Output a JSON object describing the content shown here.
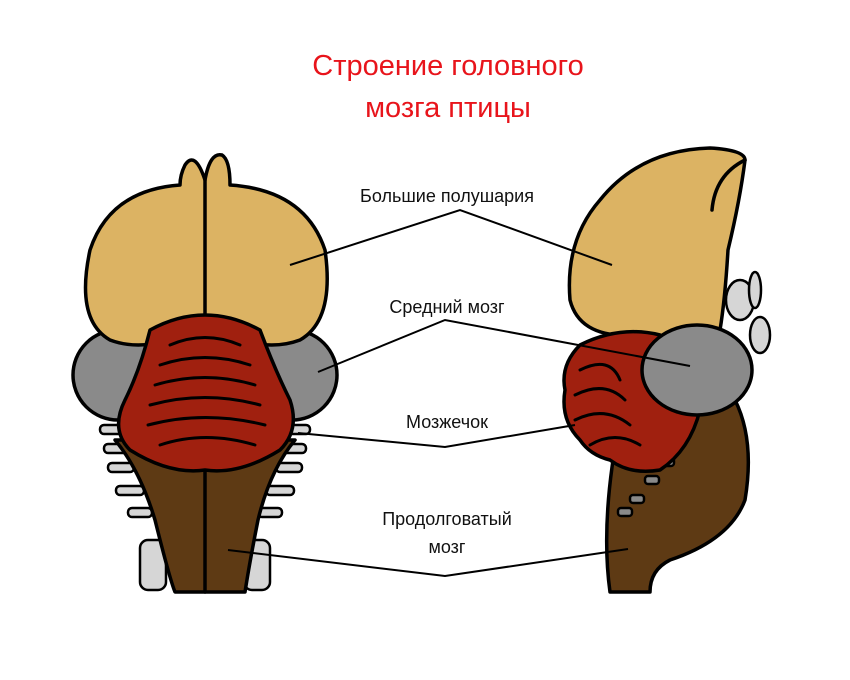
{
  "title": {
    "line1": "Строение головного",
    "line2": "мозга птицы"
  },
  "labels": {
    "hemispheres": "Большие полушария",
    "midbrain": "Средний мозг",
    "cerebellum": "Мозжечок",
    "medulla_line1": "Продолговатый",
    "medulla_line2": "мозг"
  },
  "colors": {
    "title": "#e8141b",
    "hemispheres": "#dcb363",
    "midbrain": "#8a8a8a",
    "cerebellum": "#a0200f",
    "medulla": "#5e3a14",
    "nerves": "#d6d6d6"
  }
}
